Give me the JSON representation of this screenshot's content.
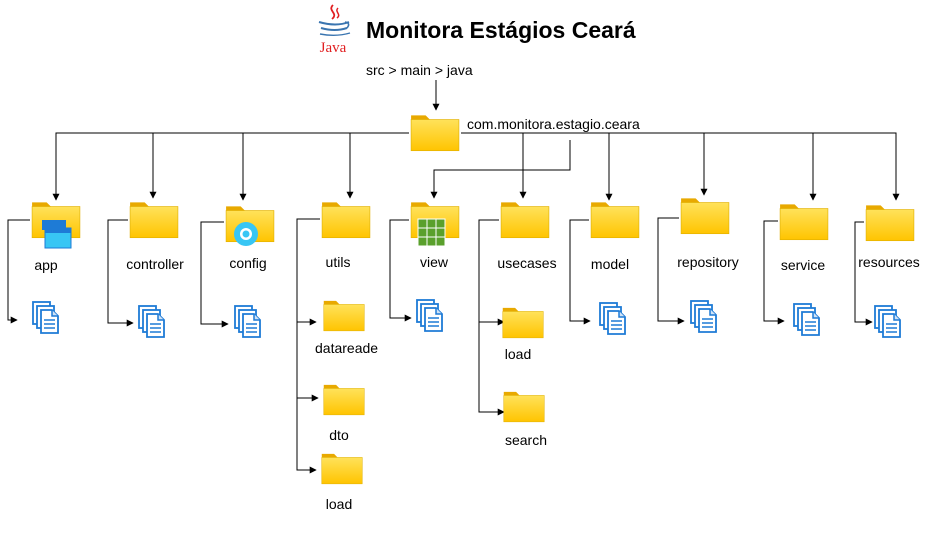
{
  "title": "Monitora Estágios Ceará",
  "logo_text": "Java",
  "breadcrumb": "src > main > java",
  "root_package": "com.monitora.estagio.ceara",
  "packages": [
    {
      "label": "app",
      "icon": "folder-window-icon"
    },
    {
      "label": "controller",
      "icon": "folder-icon"
    },
    {
      "label": "config",
      "icon": "folder-gear-icon"
    },
    {
      "label": "utils",
      "icon": "folder-icon"
    },
    {
      "label": "view",
      "icon": "folder-grid-icon"
    },
    {
      "label": "usecases",
      "icon": "folder-icon"
    },
    {
      "label": "model",
      "icon": "folder-icon"
    },
    {
      "label": "repository",
      "icon": "folder-icon"
    },
    {
      "label": "service",
      "icon": "folder-icon"
    },
    {
      "label": "resources",
      "icon": "folder-icon"
    }
  ],
  "utils_children": [
    "datareade",
    "dto",
    "load"
  ],
  "usecases_children": [
    "load",
    "search"
  ],
  "colors": {
    "folder_body": "#FFD21F",
    "folder_tab": "#E8A900",
    "doc_blue": "#1E7BD6",
    "line": "#000000",
    "logo_red": "#E11F21",
    "logo_blue": "#3A75B0"
  }
}
